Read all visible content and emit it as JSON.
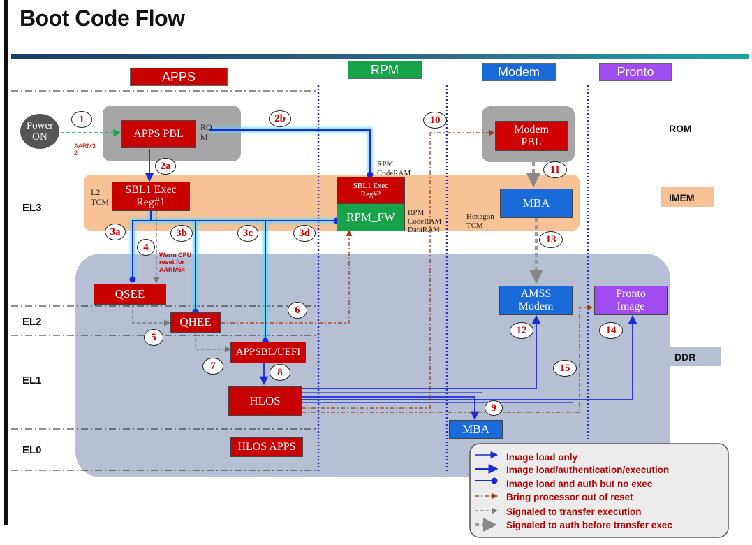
{
  "title": "Boot Code Flow",
  "columns": {
    "apps": "APPS",
    "rpm": "RPM",
    "modem": "Modem",
    "pronto": "Pronto"
  },
  "levels": {
    "el3": "EL3",
    "el2": "EL2",
    "el1": "EL1",
    "el0": "EL0"
  },
  "regions": {
    "rom": "ROM",
    "imem": "IMEM",
    "ddr": "DDR"
  },
  "nodes": {
    "power_on": "Power ON",
    "apps_pbl": "APPS PBL",
    "sbl1": "SBL1 Exec Reg#1",
    "sbl1_rpm": "SBL1 Exec Reg#2",
    "rpm_fw": "RPM_FW",
    "modem_pbl": "Modem PBL",
    "mba_imem": "MBA",
    "qsee": "QSEE",
    "qhee": "QHEE",
    "appsbl": "APPSBL/UEFI",
    "hlos": "HLOS",
    "hlos_apps": "HLOS APPS",
    "amss": "AMSS Modem",
    "pronto_image": "Pronto Image",
    "mba_ddr": "MBA"
  },
  "labels": {
    "rom_apps": "RO M",
    "aarm32": "AARM3 2",
    "l2tcm": "L2 TCM",
    "rpm_coderam": "RPM CodeRAM",
    "rpm_coderam_dataram": "RPM CodeRAM DataRAM",
    "hexagon_tcm": "Hexagon TCM",
    "warm_reset": "Warm CPU reset for AARM64"
  },
  "steps": [
    "1",
    "2a",
    "2b",
    "3a",
    "3b",
    "3c",
    "3d",
    "4",
    "5",
    "6",
    "7",
    "8",
    "9",
    "10",
    "11",
    "12",
    "13",
    "14",
    "15"
  ],
  "legend": [
    "Image load only",
    "Image load/authentication/execution",
    "Image load and auth but no exec",
    "Bring processor out of reset",
    "Signaled to transfer execution",
    "Signaled to auth before transfer exec"
  ],
  "colors": {
    "apps": "#c80000",
    "rpm": "#16a34a",
    "modem": "#1a6ad9",
    "pronto": "#a04cf0",
    "imem": "#f7c295",
    "ddr": "#b7bfd4"
  }
}
